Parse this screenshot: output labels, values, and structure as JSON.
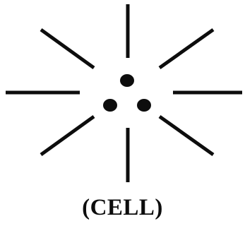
{
  "caption": "(CELL)",
  "colors": {
    "ink": "#0d0d0d",
    "background": "#ffffff"
  },
  "figure": {
    "ray_count": 8,
    "dot_count": 3
  }
}
